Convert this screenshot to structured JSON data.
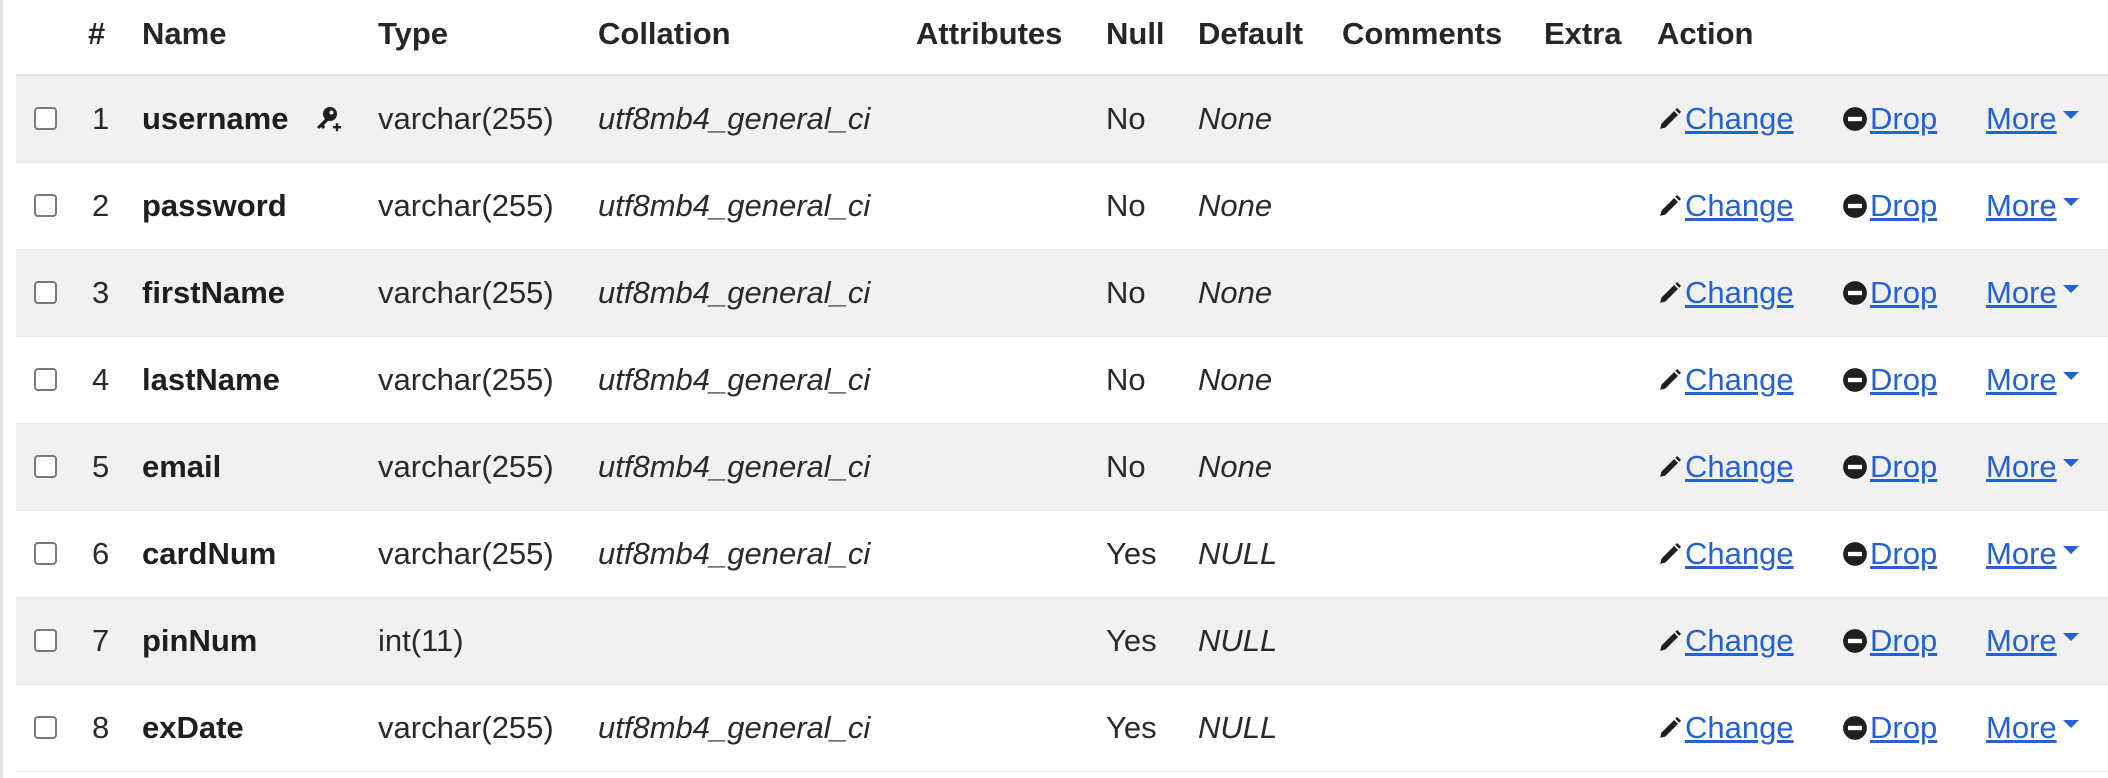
{
  "headers": {
    "hash": "#",
    "name": "Name",
    "type": "Type",
    "collation": "Collation",
    "attributes": "Attributes",
    "null": "Null",
    "default": "Default",
    "comments": "Comments",
    "extra": "Extra",
    "action": "Action"
  },
  "actions": {
    "change": "Change",
    "drop": "Drop",
    "more": "More"
  },
  "rows": [
    {
      "num": "1",
      "name": "username",
      "type": "varchar(255)",
      "collation": "utf8mb4_general_ci",
      "null": "No",
      "default": "None",
      "primary_key": true
    },
    {
      "num": "2",
      "name": "password",
      "type": "varchar(255)",
      "collation": "utf8mb4_general_ci",
      "null": "No",
      "default": "None"
    },
    {
      "num": "3",
      "name": "firstName",
      "type": "varchar(255)",
      "collation": "utf8mb4_general_ci",
      "null": "No",
      "default": "None"
    },
    {
      "num": "4",
      "name": "lastName",
      "type": "varchar(255)",
      "collation": "utf8mb4_general_ci",
      "null": "No",
      "default": "None"
    },
    {
      "num": "5",
      "name": "email",
      "type": "varchar(255)",
      "collation": "utf8mb4_general_ci",
      "null": "No",
      "default": "None"
    },
    {
      "num": "6",
      "name": "cardNum",
      "type": "varchar(255)",
      "collation": "utf8mb4_general_ci",
      "null": "Yes",
      "default": "NULL"
    },
    {
      "num": "7",
      "name": "pinNum",
      "type": "int(11)",
      "collation": "",
      "null": "Yes",
      "default": "NULL"
    },
    {
      "num": "8",
      "name": "exDate",
      "type": "varchar(255)",
      "collation": "utf8mb4_general_ci",
      "null": "Yes",
      "default": "NULL"
    }
  ],
  "colors": {
    "link": "#2361d4",
    "row_alt": "#f1f1f1"
  }
}
